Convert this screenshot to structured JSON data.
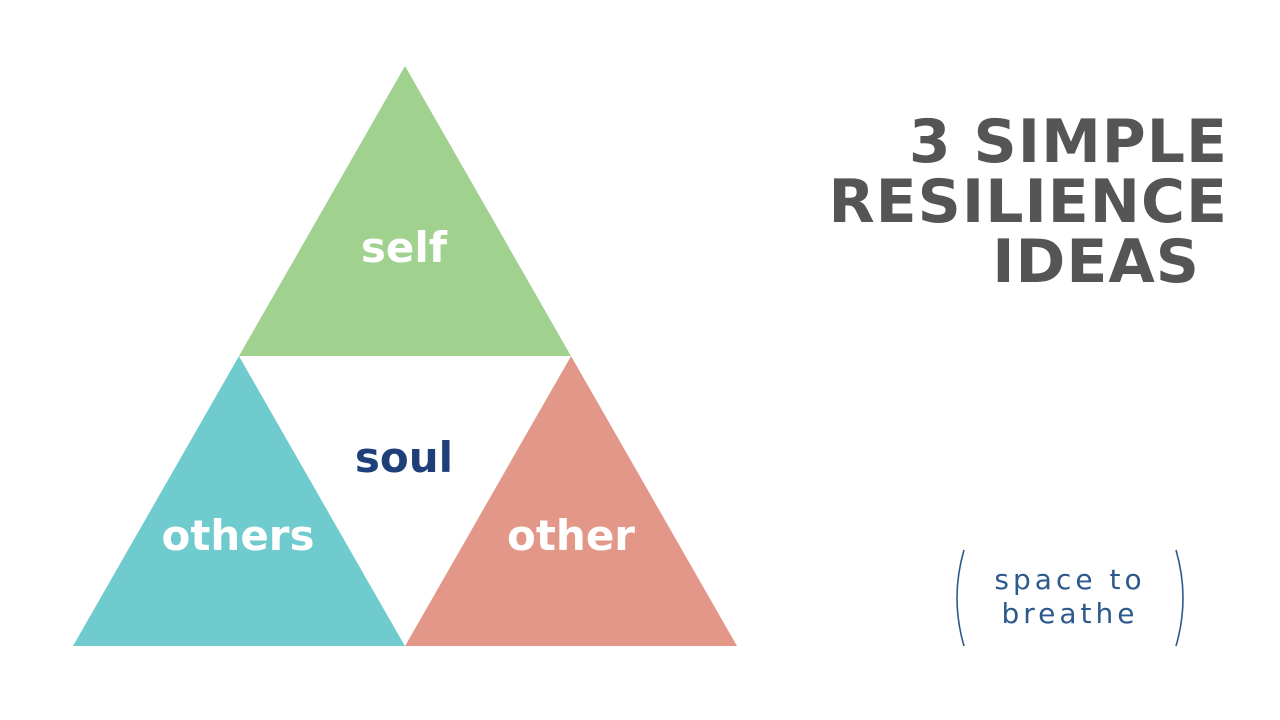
{
  "diagram": {
    "triangles": [
      {
        "label": "self",
        "fill": "#a0d18f",
        "text_color": "#ffffff"
      },
      {
        "label": "others",
        "fill": "#6fcbcd",
        "text_color": "#ffffff"
      },
      {
        "label": "other",
        "fill": "#e29788",
        "text_color": "#ffffff"
      },
      {
        "label": "soul",
        "fill": "#ffffff",
        "text_color": "#1e3f7a"
      }
    ]
  },
  "title": {
    "lines": [
      "3 SIMPLE",
      "RESILIENCE",
      "IDEAS"
    ],
    "color": "#555555"
  },
  "logo": {
    "line1": "space to",
    "line2": "breathe",
    "color": "#2d5a8c"
  }
}
